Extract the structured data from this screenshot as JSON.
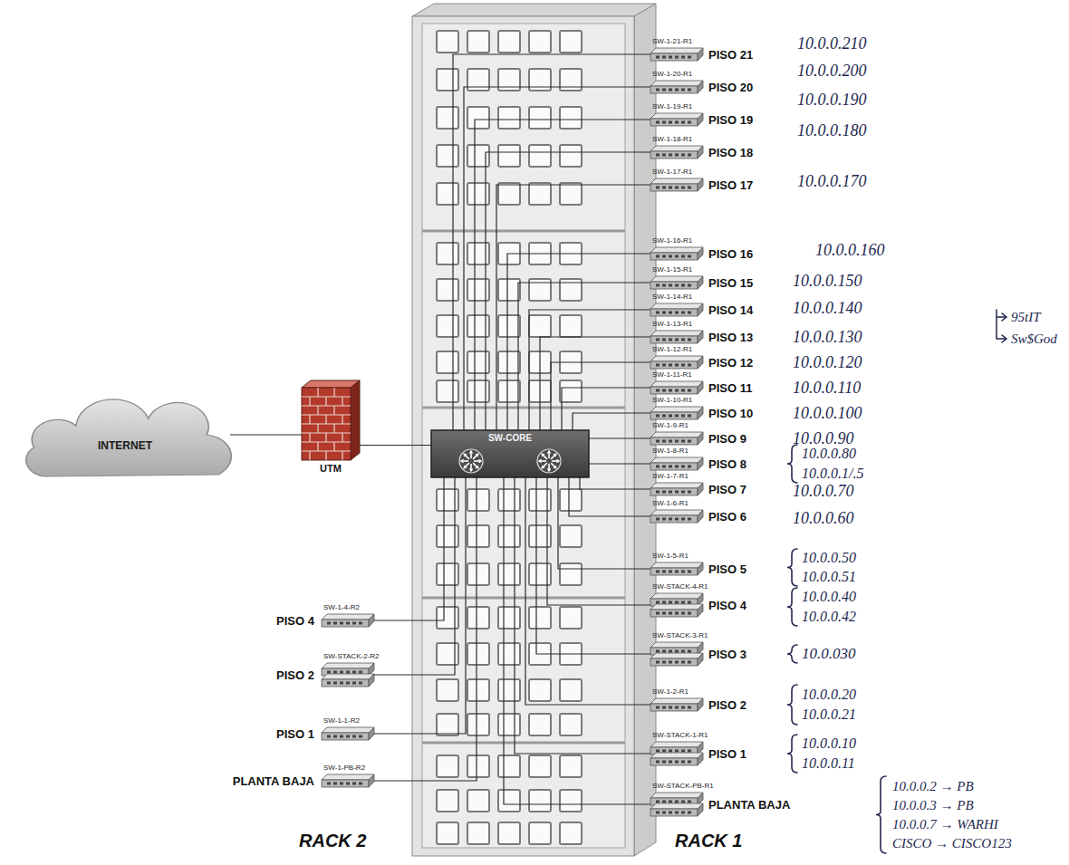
{
  "diagram": {
    "nodes": [
      {
        "text": [
          "INTERNET"
        ]
      },
      {
        "text": [
          "UTM"
        ]
      },
      {
        "text": [
          "SW-CORE"
        ]
      },
      {
        "text": [
          "SW-1-21-R1",
          "PISO 21"
        ]
      },
      {
        "text": [
          "SW-1-20-R1",
          "PISO 20"
        ]
      },
      {
        "text": [
          "SW-1-19-R1",
          "PISO 19"
        ]
      },
      {
        "text": [
          "SW-1-18-R1",
          "PISO 18"
        ]
      },
      {
        "text": [
          "SW-1-17-R1",
          "PISO 17"
        ]
      },
      {
        "text": [
          "SW-1-16-R1",
          "PISO 16"
        ]
      },
      {
        "text": [
          "SW-1-15-R1",
          "PISO 15"
        ]
      },
      {
        "text": [
          "SW-1-14-R1",
          "PISO 14"
        ]
      },
      {
        "text": [
          "SW-1-13-R1",
          "PISO 13"
        ]
      },
      {
        "text": [
          "SW-1-12-R1",
          "PISO 12"
        ]
      },
      {
        "text": [
          "SW-1-11-R1",
          "PISO 11"
        ]
      },
      {
        "text": [
          "SW-1-10-R1",
          "PISO 10"
        ]
      },
      {
        "text": [
          "SW-1-9-R1",
          "PISO 9"
        ]
      },
      {
        "text": [
          "SW-1-8-R1",
          "PISO 8"
        ]
      },
      {
        "text": [
          "SW-1-7-R1",
          "PISO 7"
        ]
      },
      {
        "text": [
          "SW-1-6-R1",
          "PISO 6"
        ]
      },
      {
        "text": [
          "SW-1-5-R1",
          "PISO 5"
        ]
      },
      {
        "text": [
          "SW-STACK-4-R1",
          "PISO 4"
        ]
      },
      {
        "text": [
          "SW-STACK-3-R1",
          "PISO 3"
        ]
      },
      {
        "text": [
          "SW-1-2-R1",
          "PISO 2"
        ]
      },
      {
        "text": [
          "SW-STACK-1-R1",
          "PISO 1"
        ]
      },
      {
        "text": [
          "SW-STACK-PB-R1",
          "PLANTA BAJA"
        ]
      },
      {
        "text": [
          "SW-1-4-R2",
          "PISO 4"
        ]
      },
      {
        "text": [
          "SW-STACK-2-R2",
          "PISO 2"
        ]
      },
      {
        "text": [
          "SW-1-1-R2",
          "PISO 1"
        ]
      },
      {
        "text": [
          "SW-1-PB-R2",
          "PLANTA BAJA"
        ]
      }
    ],
    "edges": [
      {
        "from": 0,
        "to": 1,
        "arrow": "none"
      },
      {
        "from": 1,
        "to": 2,
        "arrow": "none"
      },
      {
        "from": 2,
        "to": 3,
        "arrow": "none"
      },
      {
        "from": 2,
        "to": 4,
        "arrow": "none"
      },
      {
        "from": 2,
        "to": 5,
        "arrow": "none"
      },
      {
        "from": 2,
        "to": 6,
        "arrow": "none"
      },
      {
        "from": 2,
        "to": 7,
        "arrow": "none"
      },
      {
        "from": 2,
        "to": 8,
        "arrow": "none"
      },
      {
        "from": 2,
        "to": 9,
        "arrow": "none"
      },
      {
        "from": 2,
        "to": 10,
        "arrow": "none"
      },
      {
        "from": 2,
        "to": 11,
        "arrow": "none"
      },
      {
        "from": 2,
        "to": 12,
        "arrow": "none"
      },
      {
        "from": 2,
        "to": 13,
        "arrow": "none"
      },
      {
        "from": 2,
        "to": 14,
        "arrow": "none"
      },
      {
        "from": 2,
        "to": 15,
        "arrow": "none"
      },
      {
        "from": 2,
        "to": 16,
        "arrow": "none"
      },
      {
        "from": 2,
        "to": 17,
        "arrow": "none"
      },
      {
        "from": 2,
        "to": 18,
        "arrow": "none"
      },
      {
        "from": 2,
        "to": 19,
        "arrow": "none"
      },
      {
        "from": 2,
        "to": 20,
        "arrow": "none"
      },
      {
        "from": 2,
        "to": 21,
        "arrow": "none"
      },
      {
        "from": 2,
        "to": 22,
        "arrow": "none"
      },
      {
        "from": 2,
        "to": 23,
        "arrow": "none"
      },
      {
        "from": 2,
        "to": 24,
        "arrow": "none"
      },
      {
        "from": 2,
        "to": 25,
        "arrow": "none"
      },
      {
        "from": 2,
        "to": 26,
        "arrow": "none"
      },
      {
        "from": 2,
        "to": 27,
        "arrow": "none"
      },
      {
        "from": 2,
        "to": 28,
        "arrow": "none"
      }
    ],
    "labels": [
      "10.0.0.210",
      "10.0.0.200",
      "10.0.0.190",
      "10.0.0.180",
      "10.0.0.170",
      "10.0.0.160",
      "10.0.0.150",
      "10.0.0.140",
      "95tIT",
      "10.0.0.130",
      "Sw$God",
      "10.0.0.120",
      "10.0.0.110",
      "10.0.0.100",
      "10.0.0.90",
      "10.0.0.80",
      "10.0.0.1/.5",
      "10.0.0.70",
      "10.0.0.60",
      "10.0.0.50",
      "10.0.0.51",
      "10.0.0.40",
      "10.0.0.42",
      "10.0.030",
      "10.0.0.20",
      "10.0.0.21",
      "10.0.0.10",
      "10.0.0.11",
      "10.0.0.2 → PB",
      "10.0.0.3 → PB",
      "10.0.0.7 → WARHI",
      "CISCO → CISCO123",
      "RACK 2",
      "RACK 1"
    ]
  }
}
